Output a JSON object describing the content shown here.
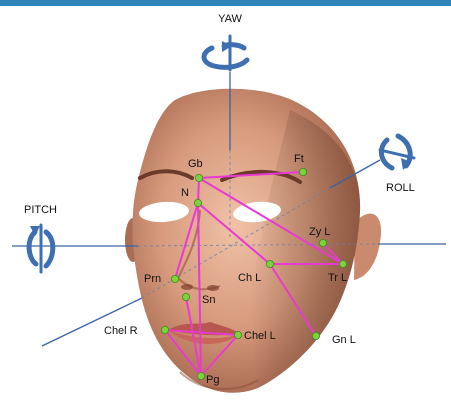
{
  "colors": {
    "frame": "#2e86b8",
    "axis": "#3a63a8",
    "rotation_arrow": "#3e6fb0",
    "link_line": "#e83ad3",
    "landmark_dot": "#7cd43b",
    "skin_base": "#d9a084",
    "skin_shade": "#9a5f48"
  },
  "axes": {
    "yaw": "YAW",
    "pitch": "PITCH",
    "roll": "ROLL"
  },
  "landmarks": [
    {
      "id": "gb",
      "label": "Gb"
    },
    {
      "id": "ft",
      "label": "Ft"
    },
    {
      "id": "n",
      "label": "N"
    },
    {
      "id": "zyl",
      "label": "Zy L"
    },
    {
      "id": "prn",
      "label": "Prn"
    },
    {
      "id": "chl",
      "label": "Ch L"
    },
    {
      "id": "trl",
      "label": "Tr L"
    },
    {
      "id": "sn",
      "label": "Sn"
    },
    {
      "id": "chelr",
      "label": "Chel R"
    },
    {
      "id": "chell",
      "label": "Chel L"
    },
    {
      "id": "gnl",
      "label": "Gn L"
    },
    {
      "id": "pg",
      "label": "Pg"
    }
  ]
}
